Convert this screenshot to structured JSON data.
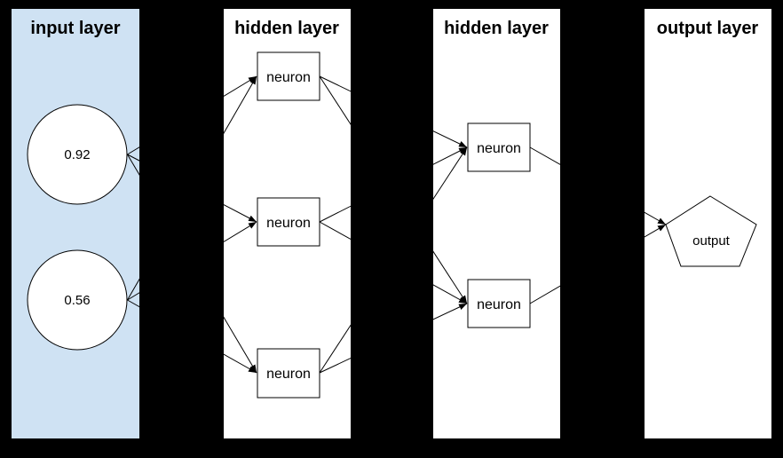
{
  "canvas": {
    "background": "#000000"
  },
  "edge_style": {
    "color": "#000000",
    "arrowhead": "filled-triangle"
  },
  "layers": [
    {
      "id": "input",
      "title": "input layer",
      "panel_color": "#cfe2f3",
      "nodes": [
        {
          "id": "input-1",
          "shape": "circle",
          "label": "0.92"
        },
        {
          "id": "input-2",
          "shape": "circle",
          "label": "0.56"
        }
      ]
    },
    {
      "id": "hidden1",
      "title": "hidden layer",
      "panel_color": "#ffffff",
      "nodes": [
        {
          "id": "hidden1-1",
          "shape": "rect",
          "label": "neuron"
        },
        {
          "id": "hidden1-2",
          "shape": "rect",
          "label": "neuron"
        },
        {
          "id": "hidden1-3",
          "shape": "rect",
          "label": "neuron"
        }
      ]
    },
    {
      "id": "hidden2",
      "title": "hidden layer",
      "panel_color": "#ffffff",
      "nodes": [
        {
          "id": "hidden2-1",
          "shape": "rect",
          "label": "neuron"
        },
        {
          "id": "hidden2-2",
          "shape": "rect",
          "label": "neuron"
        }
      ]
    },
    {
      "id": "output",
      "title": "output layer",
      "panel_color": "#ffffff",
      "nodes": [
        {
          "id": "output-1",
          "shape": "pentagon",
          "label": "output"
        }
      ]
    }
  ],
  "edges": [
    {
      "from": "input-1",
      "to": "hidden1-1"
    },
    {
      "from": "input-1",
      "to": "hidden1-2"
    },
    {
      "from": "input-1",
      "to": "hidden1-3"
    },
    {
      "from": "input-2",
      "to": "hidden1-1"
    },
    {
      "from": "input-2",
      "to": "hidden1-2"
    },
    {
      "from": "input-2",
      "to": "hidden1-3"
    },
    {
      "from": "hidden1-1",
      "to": "hidden2-1"
    },
    {
      "from": "hidden1-1",
      "to": "hidden2-2"
    },
    {
      "from": "hidden1-2",
      "to": "hidden2-1"
    },
    {
      "from": "hidden1-2",
      "to": "hidden2-2"
    },
    {
      "from": "hidden1-3",
      "to": "hidden2-1"
    },
    {
      "from": "hidden1-3",
      "to": "hidden2-2"
    },
    {
      "from": "hidden2-1",
      "to": "output-1"
    },
    {
      "from": "hidden2-2",
      "to": "output-1"
    }
  ]
}
